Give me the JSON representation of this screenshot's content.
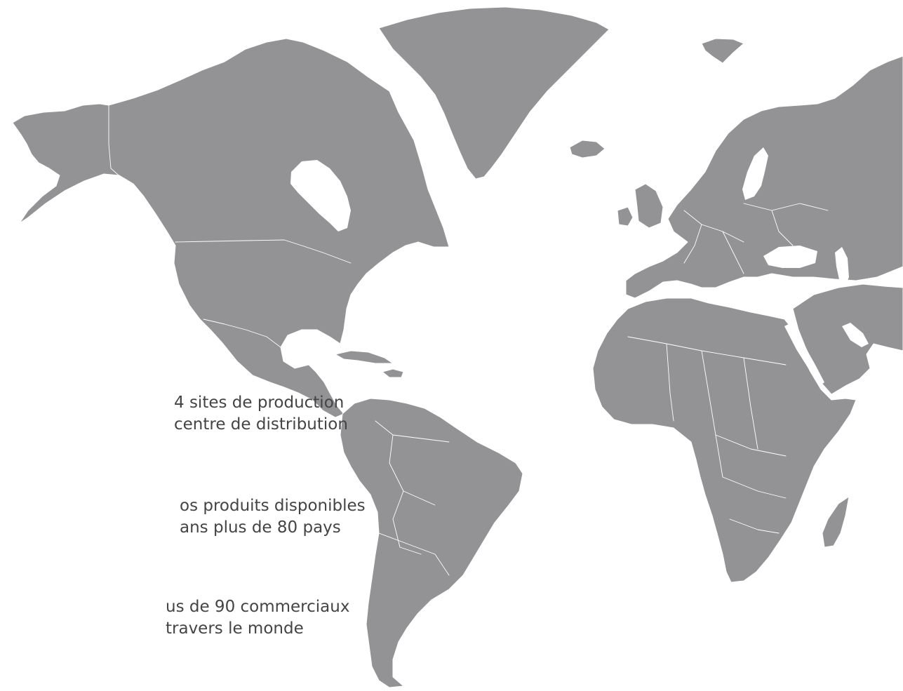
{
  "colors": {
    "land": "#939395",
    "border": "#ffffff",
    "water": "#ffffff",
    "text": "#444444"
  },
  "stats": [
    {
      "line1": "4 sites de production",
      "line2": "centre de distribution"
    },
    {
      "line1": "os produits disponibles",
      "line2": "ans plus de 80 pays"
    },
    {
      "line1": "us de 90 commerciaux",
      "line2": "travers le monde"
    }
  ]
}
